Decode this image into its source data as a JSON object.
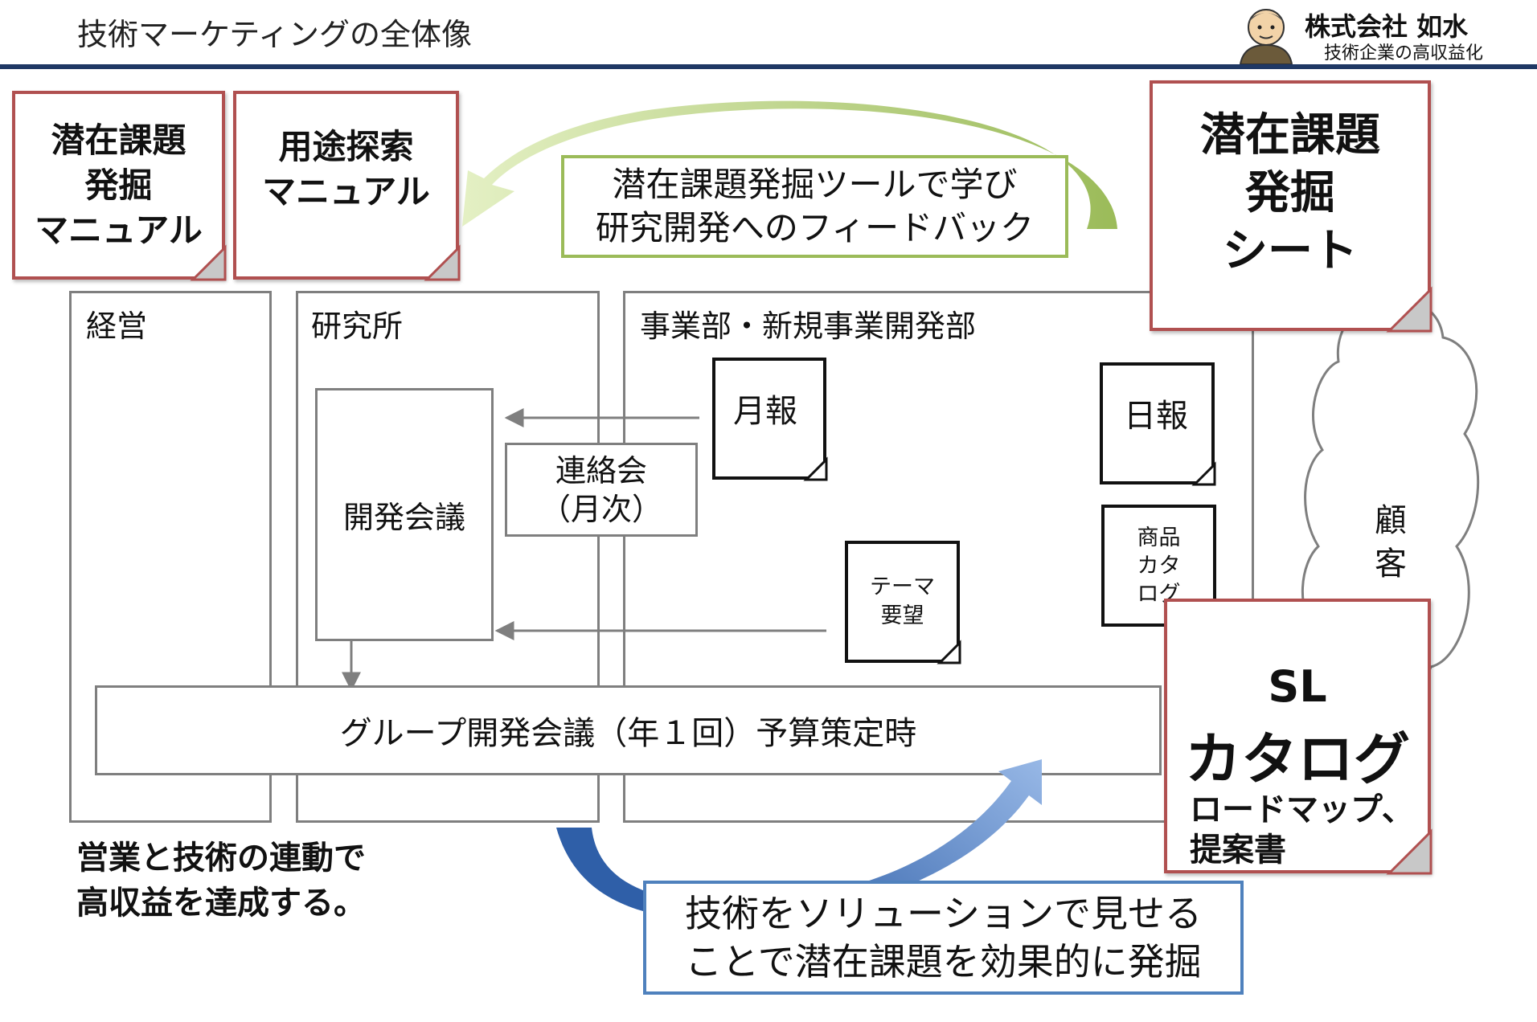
{
  "header": {
    "title": "技術マーケティングの全体像",
    "logo_company": "株式会社 如水",
    "logo_tagline": "技術企業の高収益化"
  },
  "manuals": {
    "latent_manual": [
      "潜在課題",
      "発掘",
      "マニュアル"
    ],
    "usage_manual": [
      "用途探索",
      "マニュアル"
    ]
  },
  "feedback_note": [
    "潜在課題発掘ツールで学び",
    "研究開発へのフィードバック"
  ],
  "latent_sheet": [
    "潜在課題",
    "発掘",
    "シート"
  ],
  "departments": {
    "management": "経営",
    "research": "研究所",
    "business": "事業部・新規事業開発部"
  },
  "documents": {
    "monthly_report": "月報",
    "daily_report": "日報",
    "theme_request": [
      "テーマ",
      "要望"
    ],
    "product_catalog": [
      "商品",
      "カタ",
      "ログ"
    ]
  },
  "meetings": {
    "dev_meeting": "開発会議",
    "liaison": [
      "連絡会",
      "（月次）"
    ],
    "group_meeting": "グループ開発会議（年１回）予算策定時"
  },
  "customer": [
    "顧",
    "客"
  ],
  "sl_catalog": {
    "line1": "SL",
    "line2": "カタログ",
    "line3": "ロードマップ、",
    "line4": "提案書"
  },
  "bottom_note": [
    "営業と技術の連動で",
    "高収益を達成する。"
  ],
  "solution_note": [
    "技術をソリューションで見せる",
    "ことで潜在課題を効果的に発掘"
  ],
  "colors": {
    "header_rule": "#1f3864",
    "sheet_border": "#b05050",
    "green_note_border": "#9bbb59",
    "green_arrow": "#c5dc7f",
    "blue_note_border": "#4f81bd",
    "blue_arrow": "#5b86c4"
  }
}
